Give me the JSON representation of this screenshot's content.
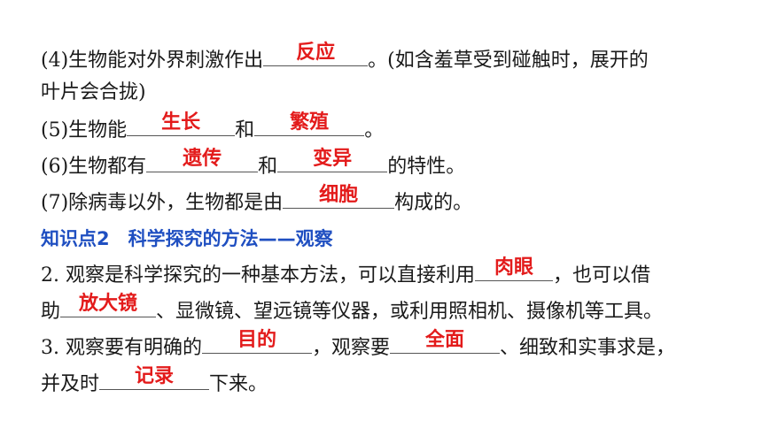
{
  "item4": {
    "pre": "(4)生物能对外界刺激作出",
    "answer": "反应",
    "post": "。(如含羞草受到碰触时，展开的",
    "cont": "叶片会合拢)"
  },
  "item5": {
    "pre": "(5)生物能",
    "answer1": "生长",
    "mid": "和",
    "answer2": "繁殖",
    "post": "。"
  },
  "item6": {
    "pre": "(6)生物都有",
    "answer1": "遗传",
    "mid": "和",
    "answer2": "变异",
    "post": "的特性。"
  },
  "item7": {
    "pre": "(7)除病毒以外，生物都是由",
    "answer": "细胞",
    "post": "构成的。"
  },
  "section_heading": "知识点2　科学探究的方法——观察",
  "q2": {
    "pre": "2. 观察是科学探究的一种基本方法，可以直接利用",
    "answer1": "肉眼",
    "post1": "，也可以借",
    "pre2": "助",
    "answer2": "放大镜",
    "post2": "、显微镜、望远镜等仪器，或利用照相机、摄像机等工具。"
  },
  "q3": {
    "pre": "3. 观察要有明确的",
    "answer1": "目的",
    "mid": "，观察要",
    "answer2": "全面",
    "post": "、细致和实事求是，",
    "pre2": "并及时",
    "answer3": "记录",
    "post2": "下来。"
  }
}
